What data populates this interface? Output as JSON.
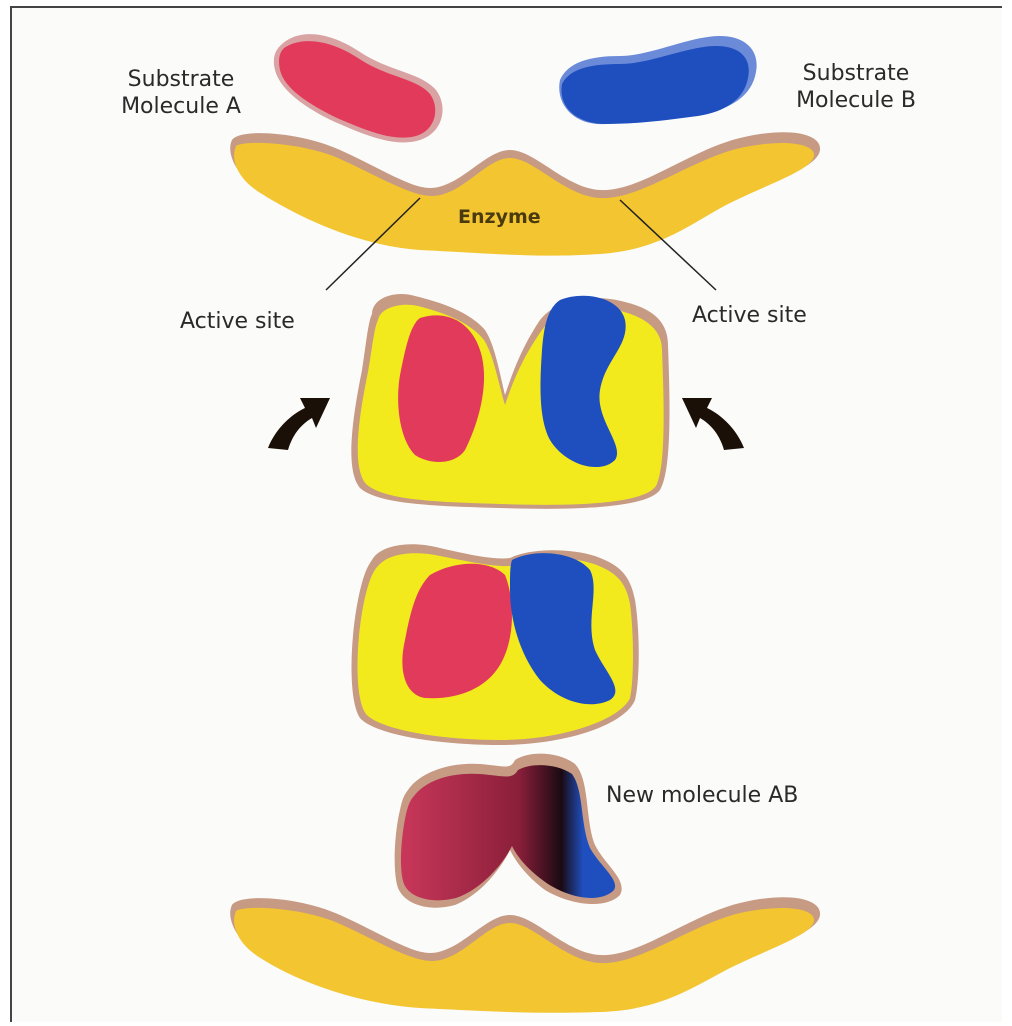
{
  "labels": {
    "substrate_a_line1": "Substrate",
    "substrate_a_line2": "Molecule A",
    "substrate_b_line1": "Substrate",
    "substrate_b_line2": "Molecule B",
    "enzyme": "Enzyme",
    "active_site_left": "Active site",
    "active_site_right": "Active site",
    "new_molecule": "New molecule AB"
  },
  "colors": {
    "enzyme_yellow": "#f3ea1e",
    "enzyme_orange_yellow": "#f2c531",
    "enzyme_rim": "#c79a84",
    "substrate_a": "#e23a5b",
    "substrate_b": "#1f4fbf",
    "arrow": "#1a1008"
  }
}
